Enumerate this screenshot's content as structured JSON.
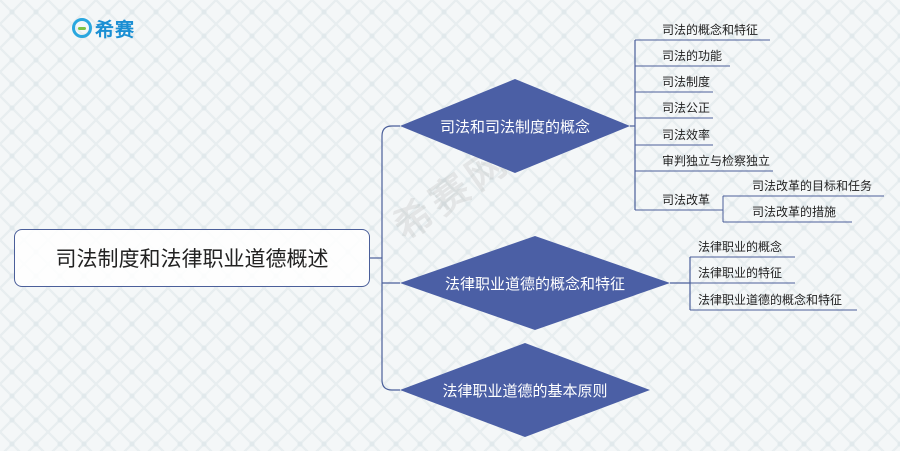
{
  "logo": {
    "text": "希赛"
  },
  "watermark": "希赛网",
  "root": {
    "label": "司法制度和法律职业道德概述"
  },
  "branches": [
    {
      "label": "司法和司法制度的概念",
      "children": [
        "司法的概念和特征",
        "司法的功能",
        "司法制度",
        "司法公正",
        "司法效率",
        "审判独立与检察独立"
      ],
      "reform": {
        "label": "司法改革",
        "children": [
          "司法改革的目标和任务",
          "司法改革的措施"
        ]
      }
    },
    {
      "label": "法律职业道德的概念和特征",
      "children": [
        "法律职业的概念",
        "法律职业的特征",
        "法律职业道德的概念和特征"
      ]
    },
    {
      "label": "法律职业道德的基本原则",
      "children": []
    }
  ],
  "colors": {
    "node_fill": "#4b5fa5",
    "line": "#4b5f9a",
    "logo_ring": "#2aa7df",
    "logo_text": "#1b8fd3"
  }
}
